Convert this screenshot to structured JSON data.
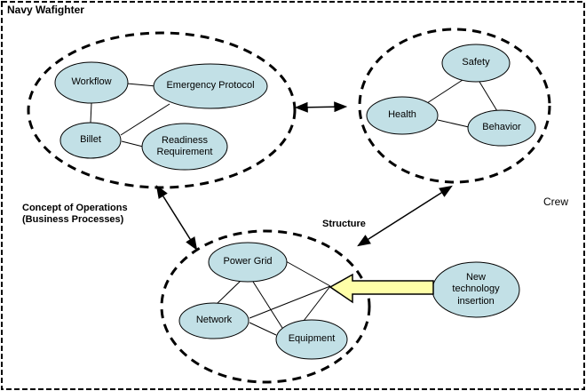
{
  "window": {
    "title": "Navy Wafighter"
  },
  "clusters": {
    "concept_of_operations": {
      "label_line1": "Concept of Operations",
      "label_line2": "(Business Processes)",
      "nodes": {
        "workflow": "Workflow",
        "emergency_protocol": "Emergency Protocol",
        "billet": "Billet",
        "readiness_requirement": "Readiness Requirement"
      }
    },
    "crew": {
      "label": "Crew",
      "nodes": {
        "safety": "Safety",
        "health": "Health",
        "behavior": "Behavior"
      }
    },
    "structure": {
      "label": "Structure",
      "nodes": {
        "power_grid": "Power Grid",
        "network": "Network",
        "equipment": "Equipment"
      }
    }
  },
  "annotations": {
    "new_technology": "New technology insertion"
  },
  "colors": {
    "node_fill": "#c2e0e6",
    "node_stroke": "#000000",
    "insertion_arrow_fill": "#ffffa8",
    "line": "#000000",
    "background": "#ffffff"
  }
}
